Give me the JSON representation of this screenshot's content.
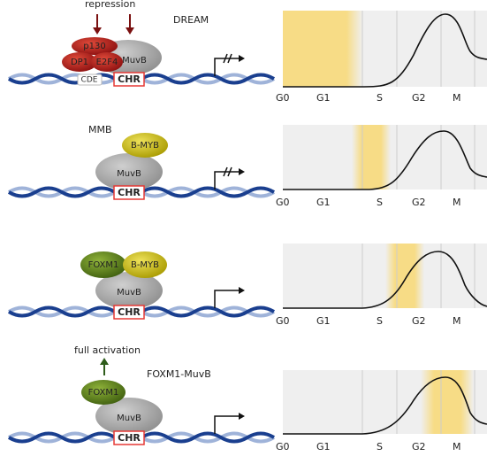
{
  "panels": [
    {
      "id": "dream",
      "complex_name": "DREAM",
      "arrow_label": "repression",
      "arrow_color": "#7a1010",
      "proteins": [
        {
          "name": "p130",
          "color": "#b71c1c"
        },
        {
          "name": "DP1",
          "color": "#c62828"
        },
        {
          "name": "E2F4",
          "color": "#c62828"
        },
        {
          "name": "MuvB",
          "color": "#9e9e9e"
        }
      ],
      "promoter_labels": [
        "CDE",
        "CHR"
      ],
      "transcription": "blocked",
      "highlight_phase": "G0-G1",
      "phases": [
        "G0",
        "G1",
        "S",
        "G2",
        "M"
      ]
    },
    {
      "id": "mmb",
      "complex_name": "MMB",
      "proteins": [
        {
          "name": "B-MYB",
          "color": "#c8b400"
        },
        {
          "name": "MuvB",
          "color": "#9e9e9e"
        }
      ],
      "promoter_labels": [
        "CHR"
      ],
      "transcription": "blocked",
      "highlight_phase": "G1/S",
      "phases": [
        "G0",
        "G1",
        "S",
        "G2",
        "M"
      ]
    },
    {
      "id": "foxm1-bmyb",
      "proteins": [
        {
          "name": "FOXM1",
          "color": "#6a8d1a"
        },
        {
          "name": "B-MYB",
          "color": "#c8b400"
        },
        {
          "name": "MuvB",
          "color": "#9e9e9e"
        }
      ],
      "promoter_labels": [
        "CHR"
      ],
      "transcription": "active",
      "highlight_phase": "S/G2",
      "phases": [
        "G0",
        "G1",
        "S",
        "G2",
        "M"
      ]
    },
    {
      "id": "foxm1-muvb",
      "complex_name": "FOXM1-MuvB",
      "arrow_label": "full activation",
      "arrow_color": "#2e5c1a",
      "proteins": [
        {
          "name": "FOXM1",
          "color": "#6a8d1a"
        },
        {
          "name": "MuvB",
          "color": "#9e9e9e"
        }
      ],
      "promoter_labels": [
        "CHR"
      ],
      "transcription": "active",
      "highlight_phase": "G2/M",
      "phases": [
        "G0",
        "G1",
        "S",
        "G2",
        "M"
      ]
    }
  ],
  "colors": {
    "highlight": "#f7dc86",
    "chart_bg": "#efefef",
    "chr_box": "#e53935",
    "dna_dark": "#1a3f8f",
    "dna_light": "#9fb3d9"
  }
}
